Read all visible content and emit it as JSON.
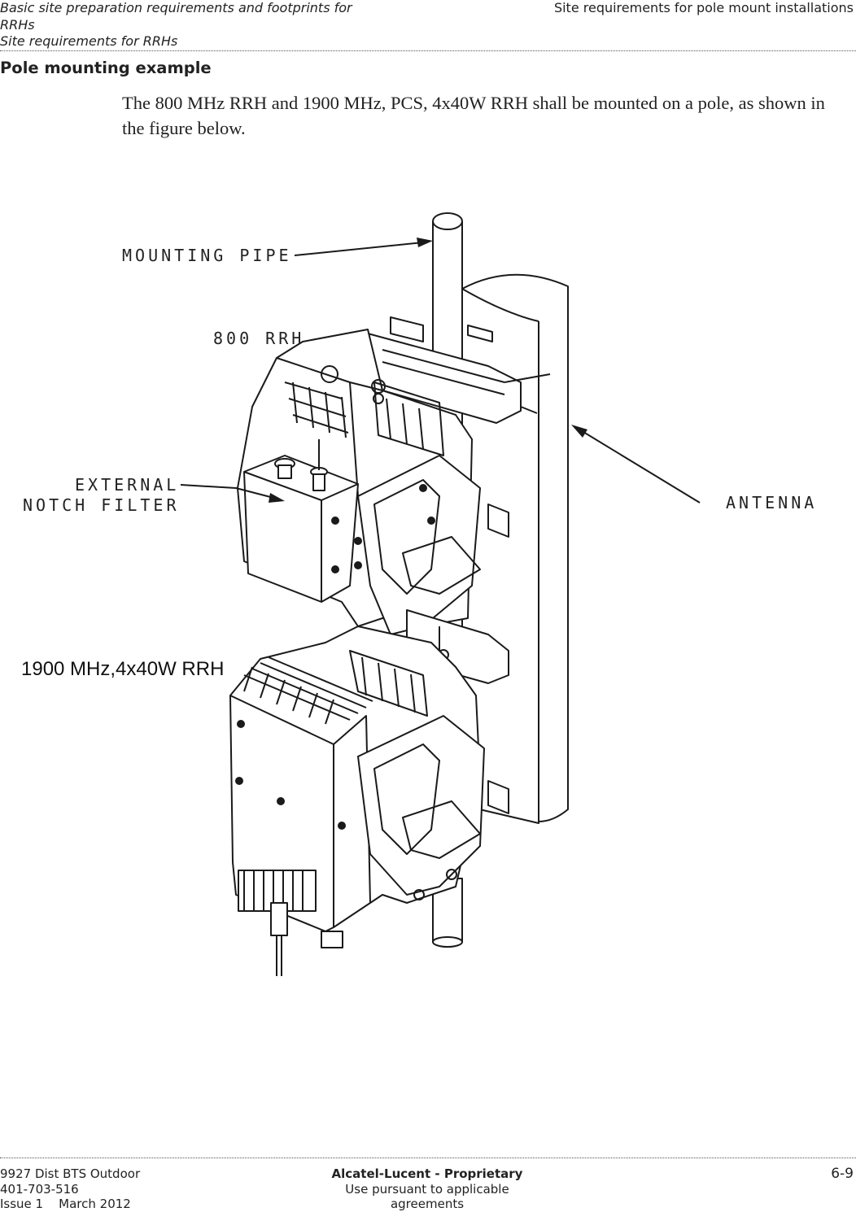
{
  "header": {
    "left_line1": "Basic site preparation requirements and footprints for",
    "left_line2": "RRHs",
    "left_line3": "Site requirements for RRHs",
    "right": "Site requirements for pole mount installations"
  },
  "section_title": "Pole mounting example",
  "body_text": "The 800 MHz RRH and 1900 MHz, PCS, 4x40W RRH shall be mounted on a pole, as shown in the figure below.",
  "figure": {
    "labels": {
      "mounting_pipe": "MOUNTING PIPE",
      "rrh_800": "800 RRH",
      "notch_line1": "EXTERNAL",
      "notch_line2": "NOTCH FILTER",
      "antenna": "ANTENNA",
      "rrh_1900": "1900 MHz,4x40W RRH"
    }
  },
  "footer": {
    "left_line1": "9927 Dist BTS Outdoor",
    "left_line2": "401-703-516",
    "left_line3": "Issue 1    March 2012",
    "center_line1": "Alcatel-Lucent - Proprietary",
    "center_line2": "Use pursuant to applicable agreements",
    "page": "6-9"
  }
}
